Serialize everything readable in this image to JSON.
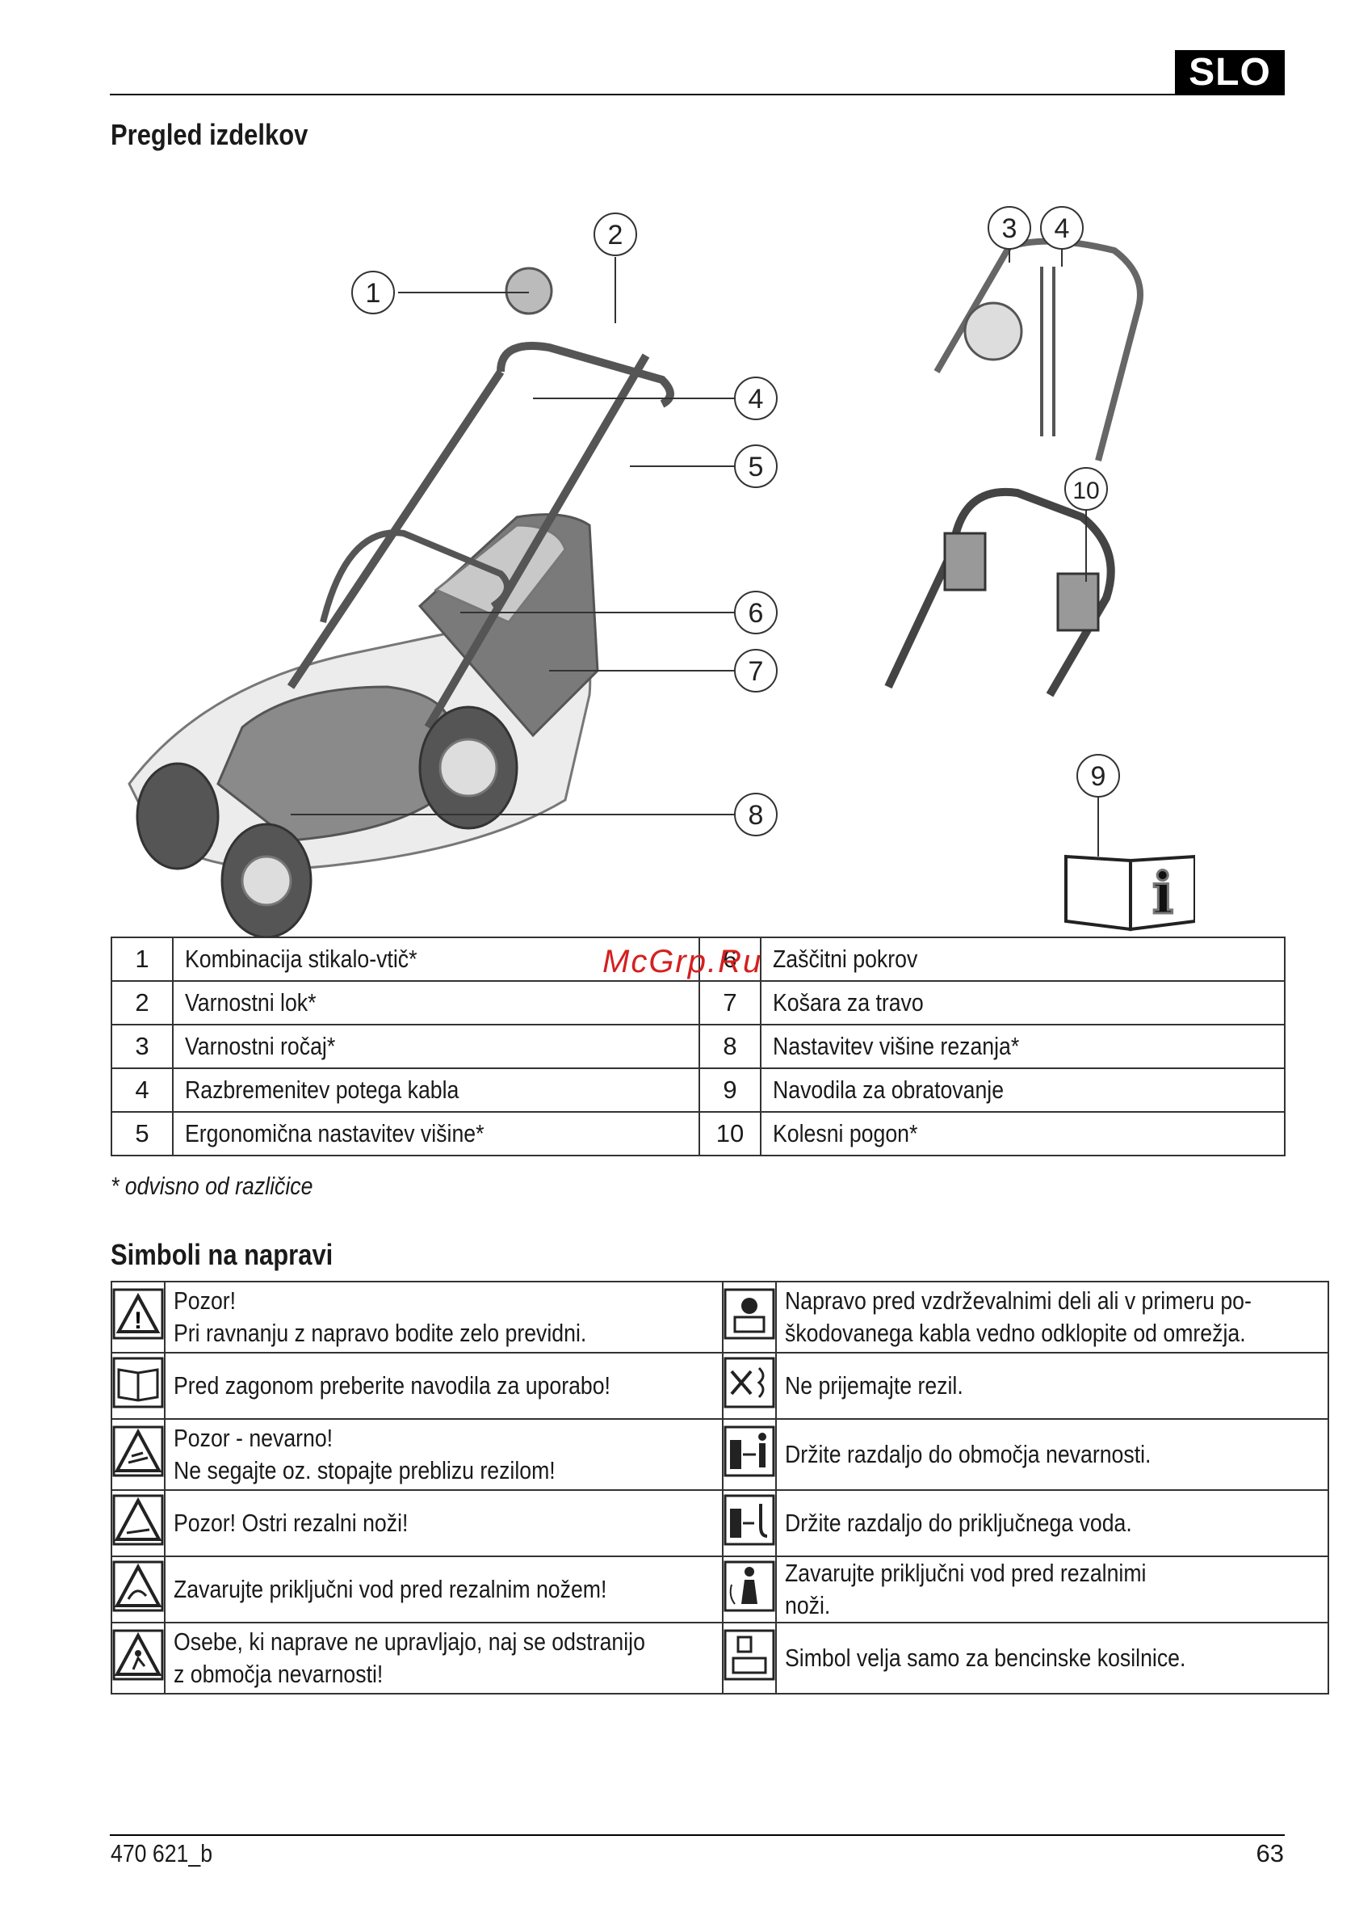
{
  "header": {
    "lang_badge": "SLO"
  },
  "sections": {
    "overview_title": "Pregled izdelkov",
    "symbols_title": "Simboli na napravi"
  },
  "diagram": {
    "callouts": [
      "1",
      "2",
      "3",
      "4",
      "4",
      "5",
      "6",
      "7",
      "8",
      "9",
      "10"
    ]
  },
  "parts": [
    {
      "n": "1",
      "label": "Kombinacija stikalo-vtič*",
      "n2": "6",
      "label2": "Zaščitni pokrov"
    },
    {
      "n": "2",
      "label": "Varnostni lok*",
      "n2": "7",
      "label2": "Košara za travo"
    },
    {
      "n": "3",
      "label": "Varnostni ročaj*",
      "n2": "8",
      "label2": "Nastavitev višine rezanja*"
    },
    {
      "n": "4",
      "label": "Razbremenitev potega kabla",
      "n2": "9",
      "label2": "Navodila za obratovanje"
    },
    {
      "n": "5",
      "label": "Ergonomična nastavitev višine*",
      "n2": "10",
      "label2": "Kolesni pogon*"
    }
  ],
  "footnote": "* odvisno od različice",
  "watermark": "McGrp.Ru",
  "symbols": [
    {
      "l1": "Pozor!",
      "l2": "Pri ravnanju z napravo bodite zelo previdni.",
      "r1": "Napravo pred vzdrževalnimi deli ali v primeru po-",
      "r2": "škodovanega kabla vedno odklopite od omrežja."
    },
    {
      "l1": "Pred zagonom preberite navodila za uporabo!",
      "l2": "",
      "r1": "Ne prijemajte rezil.",
      "r2": ""
    },
    {
      "l1": "Pozor - nevarno!",
      "l2": "Ne segajte oz. stopajte preblizu rezilom!",
      "r1": "Držite razdaljo do območja nevarnosti.",
      "r2": ""
    },
    {
      "l1": "Pozor! Ostri rezalni noži!",
      "l2": "",
      "r1": "Držite razdaljo do priključnega voda.",
      "r2": ""
    },
    {
      "l1": "Zavarujte priključni vod pred rezalnim nožem!",
      "l2": "",
      "r1": "Zavarujte priključni vod pred rezalnimi",
      "r2": "noži."
    },
    {
      "l1": "Osebe, ki naprave ne upravljajo, naj se odstranijo",
      "l2": "z območja nevarnosti!",
      "r1": "Simbol velja samo za bencinske kosilnice.",
      "r2": ""
    }
  ],
  "footer": {
    "doc_code": "470 621_b",
    "page": "63"
  }
}
